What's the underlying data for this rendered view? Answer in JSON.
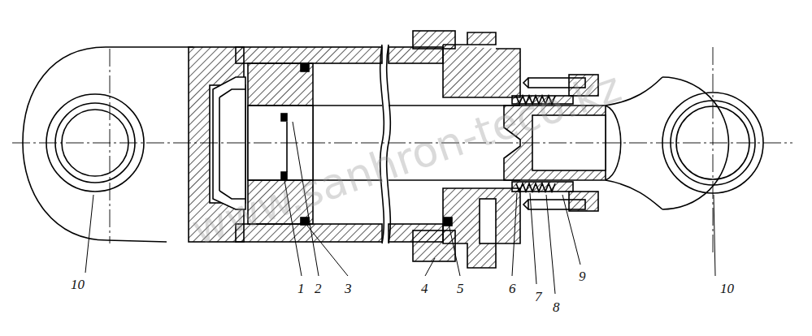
{
  "diagram": {
    "labels": [
      "10",
      "1",
      "2",
      "3",
      "4",
      "5",
      "6",
      "7",
      "8",
      "9",
      "10",
      "www.sanhron-teco.kz"
    ]
  }
}
